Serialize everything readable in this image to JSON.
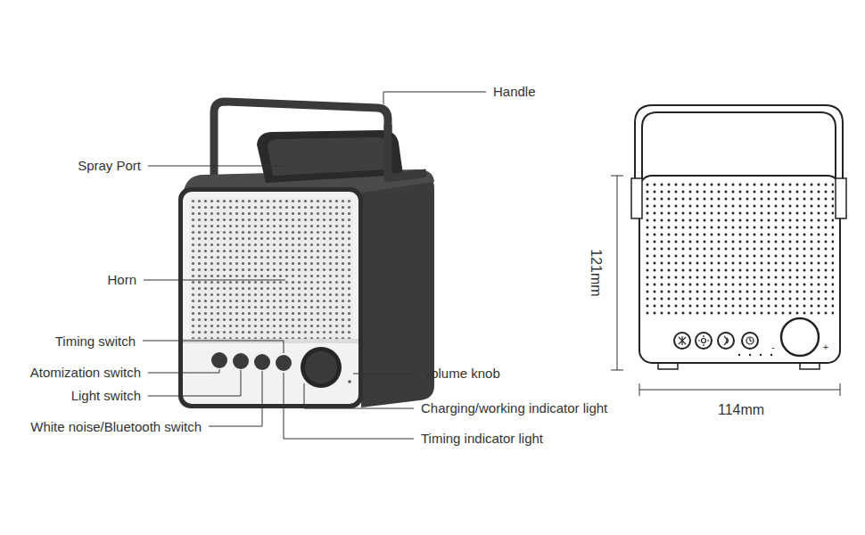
{
  "diagram": {
    "labels": [
      "Handle",
      "Spray Port",
      "Horn",
      "Timing switch",
      "Atomization switch",
      "Light switch",
      "White noise/Bluetooth switch",
      "Volume knob",
      "Charging/working indicator light",
      "Timing indicator light",
      "121mm",
      "114mm",
      "-",
      "+"
    ]
  }
}
